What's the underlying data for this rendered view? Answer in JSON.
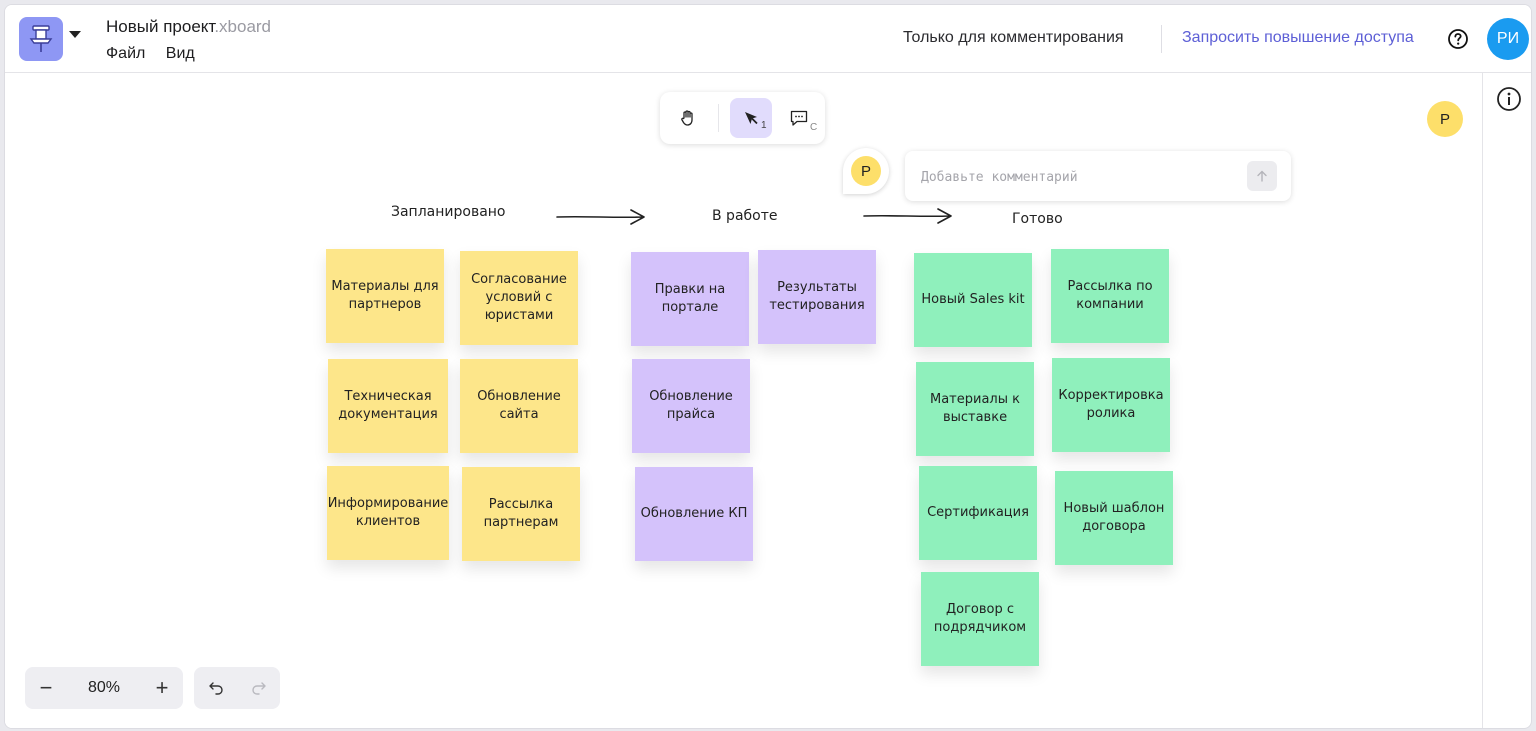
{
  "header": {
    "title": "Новый проект",
    "title_ext": ".xboard",
    "menu": [
      "Файл",
      "Вид"
    ],
    "mode_text": "Только для комментирования",
    "request_access": "Запросить повышение доступа",
    "user_initials": "РИ",
    "user_color": "#1a9bf0"
  },
  "toolbar": {
    "tools": [
      {
        "name": "hand",
        "icon": "hand-icon",
        "active": false,
        "hint": ""
      },
      {
        "name": "select",
        "icon": "cursor-icon",
        "active": true,
        "hint": "1"
      },
      {
        "name": "comment",
        "icon": "comment-icon",
        "active": false,
        "hint": "C"
      }
    ]
  },
  "presence": {
    "initial": "Р",
    "color": "#fddf6a"
  },
  "comment": {
    "pin_initial": "Р",
    "placeholder": "Добавьте комментарий"
  },
  "board": {
    "columns": [
      "Запланировано",
      "В работе",
      "Готово"
    ],
    "colors": {
      "yellow": "#fde68a",
      "purple": "#d4c2fb",
      "green": "#8ff0bc"
    },
    "stickies": {
      "planned": [
        "Материалы для партнеров",
        "Согласование условий с юристами",
        "Техническая документация",
        "Обновление сайта",
        "Информирование клиентов",
        "Рассылка партнерам"
      ],
      "in_progress": [
        "Правки на портале",
        "Результаты тестирования",
        "Обновление прайса",
        "Обновление КП"
      ],
      "done": [
        "Новый Sales kit",
        "Рассылка по компании",
        "Материалы к выставке",
        "Корректировка ролика",
        "Сертификация",
        "Новый шаблон договора",
        "Договор с подрядчиком"
      ]
    }
  },
  "zoom": {
    "value": "80%",
    "minus": "−",
    "plus": "+"
  }
}
